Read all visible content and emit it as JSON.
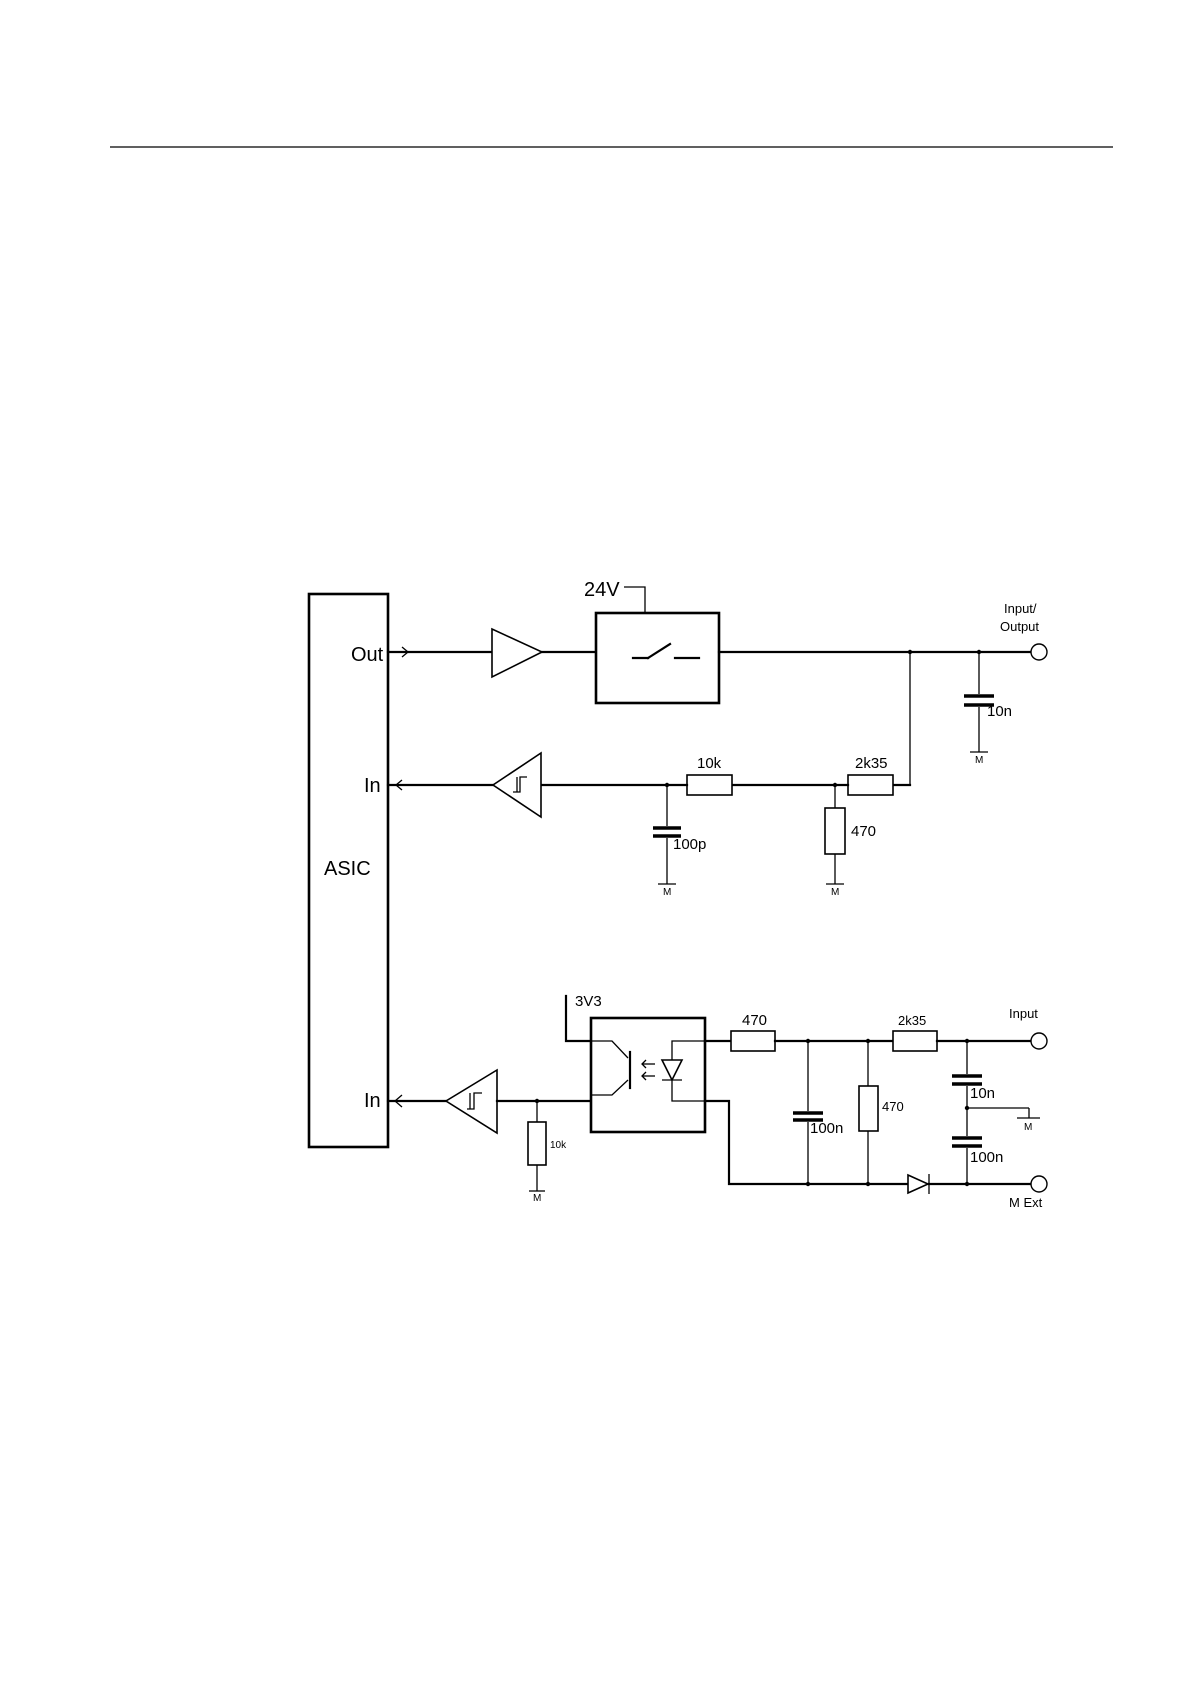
{
  "schematic": {
    "asic_label": "ASIC",
    "pins": {
      "out": "Out",
      "in_top": "In",
      "in_bottom": "In"
    },
    "top_circuit": {
      "supply": "24V",
      "terminal": [
        "Input/",
        "Output"
      ],
      "r_series": "10k",
      "r_top": "2k35",
      "r_shunt": "470",
      "c_filter": "100p",
      "c_terminal": "10n",
      "ground": "M"
    },
    "bottom_circuit": {
      "supply": "3V3",
      "terminal_input": "Input",
      "terminal_mext": "M Ext",
      "r_series": "470",
      "r_top": "2k35",
      "r_shunt": "470",
      "r_pulldown": "10k",
      "c_filter": "100n",
      "c_top": "10n",
      "c_bottom": "100n",
      "ground": "M"
    }
  }
}
